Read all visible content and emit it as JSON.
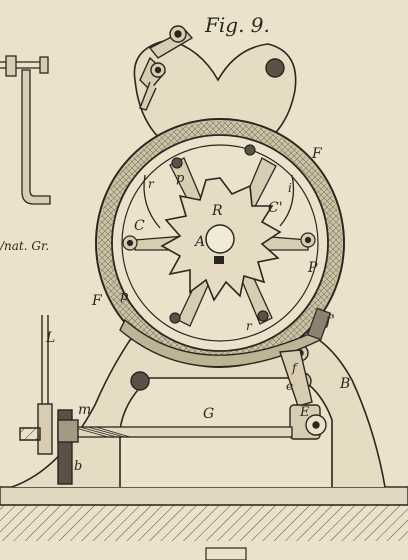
{
  "figure": {
    "title": "Fig. 9."
  },
  "scale_note": "/nat. Gr.",
  "labels": {
    "F_top": "F",
    "F_left": "F",
    "f_right": "f'",
    "f_lower": "f",
    "r_upper_left": "r",
    "p_upper": "p",
    "p_left": "p",
    "P_right": "P",
    "r_lower": "r",
    "R": "R",
    "A": "A",
    "C_left": "C",
    "C_right": "C'",
    "i_upper": "i",
    "e": "e",
    "B": "B",
    "E": "E",
    "G": "G",
    "L": "L",
    "m": "m",
    "b": "b"
  },
  "colors": {
    "paper": "#ebe2cb",
    "ink": "#2b2620"
  }
}
